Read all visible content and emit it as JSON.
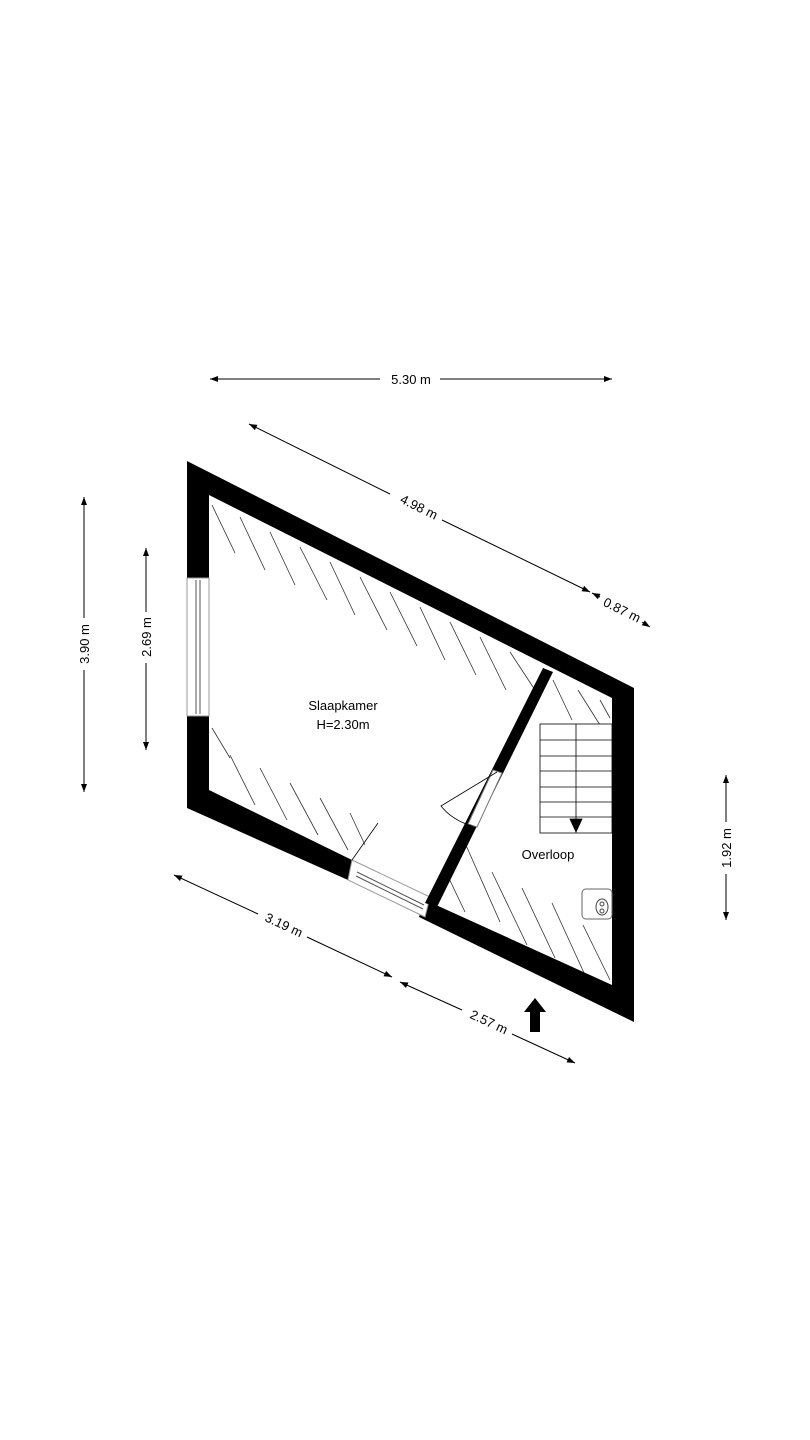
{
  "rooms": {
    "bedroom": {
      "name": "Slaapkamer",
      "height": "H=2.30m"
    },
    "landing": {
      "name": "Overloop"
    }
  },
  "dimensions": {
    "top_width": "5.30 m",
    "top_diagonal": "4.98 m",
    "top_small": "0.87 m",
    "left_outer": "3.90 m",
    "left_inner": "2.69 m",
    "right": "1.92 m",
    "bottom_left": "3.19 m",
    "bottom_right": "2.57 m"
  }
}
